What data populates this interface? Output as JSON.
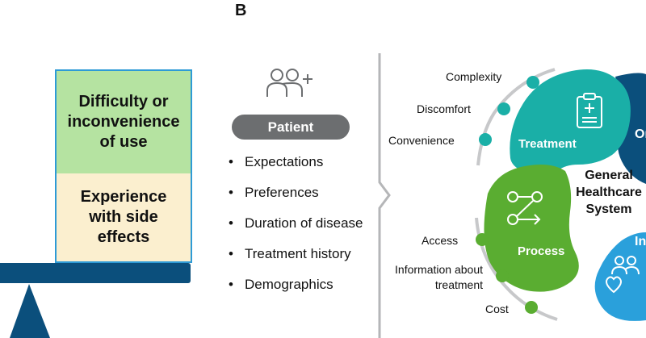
{
  "panel_letter": "B",
  "balance": {
    "top_box_lines": [
      "Difficulty or",
      "inconvenience",
      "of use"
    ],
    "bottom_box_lines": [
      "Experience",
      "with side",
      "effects"
    ]
  },
  "patient": {
    "icon": "people-add-icon",
    "label": "Patient",
    "items": [
      "Expectations",
      "Preferences",
      "Duration of disease",
      "Treatment history",
      "Demographics"
    ]
  },
  "system": {
    "center_lines": [
      "General",
      "Healthcare",
      "System"
    ],
    "treatment_label": "Treatment",
    "process_label": "Process",
    "treatment_factors": [
      "Complexity",
      "Discomfort",
      "Convenience"
    ],
    "process_factors": [
      "Access",
      "Information about treatment",
      "Cost"
    ],
    "cut_labels": [
      "Or",
      "In"
    ],
    "icons": [
      "clipboard-icon",
      "flow-icon",
      "people-heart-icon"
    ]
  },
  "colors": {
    "teal": "#1aafa7",
    "green": "#5aad31",
    "blue": "#2aa0db",
    "navy": "#0b4f7c",
    "box_green": "#b5e3a1",
    "box_cream": "#fbefcf",
    "pill_gray": "#6c6e70"
  }
}
